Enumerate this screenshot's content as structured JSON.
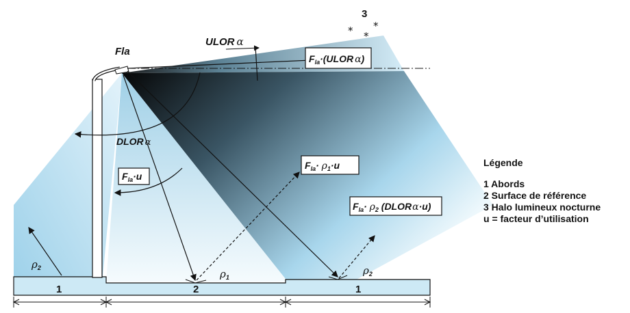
{
  "labels": {
    "source": "Fla",
    "ulor": "ULOR",
    "alpha": "α",
    "dlor": "DLOR",
    "star_number": "3",
    "box_ulor": {
      "pre": "F",
      "sub": "la",
      "mid": "·(ULOR",
      "post": ")"
    },
    "box_u": {
      "pre": "F",
      "sub": "la",
      "post": "·u"
    },
    "box_rho1": {
      "pre": "F",
      "sub": "la",
      "dot": "· ",
      "rho": "ρ",
      "rsub": "1",
      "post": "·u"
    },
    "box_rho2": {
      "pre": "F",
      "sub": "la",
      "dot": "· ",
      "rho": "ρ",
      "rsub": "2",
      "mid": " (DLOR",
      "post": "·u)"
    },
    "rho1_label": {
      "rho": "ρ",
      "sub": "1"
    },
    "rho2_ground": {
      "rho": "ρ",
      "sub": "2"
    },
    "rho2_right": {
      "rho": "ρ",
      "sub": "2"
    },
    "zone1_left": "1",
    "zone2": "2",
    "zone1_right": "1"
  },
  "legend": {
    "title": "Légende",
    "items": [
      "1 Abords",
      "2 Surface de référence",
      "3 Halo lumineux nocturne",
      "u = facteur d’utilisation"
    ]
  },
  "colors": {
    "sky_blue": "#bfe3f3",
    "ground_fill": "#cde9f5",
    "dark_beam": "#0b0b0b",
    "line": "#111111"
  }
}
